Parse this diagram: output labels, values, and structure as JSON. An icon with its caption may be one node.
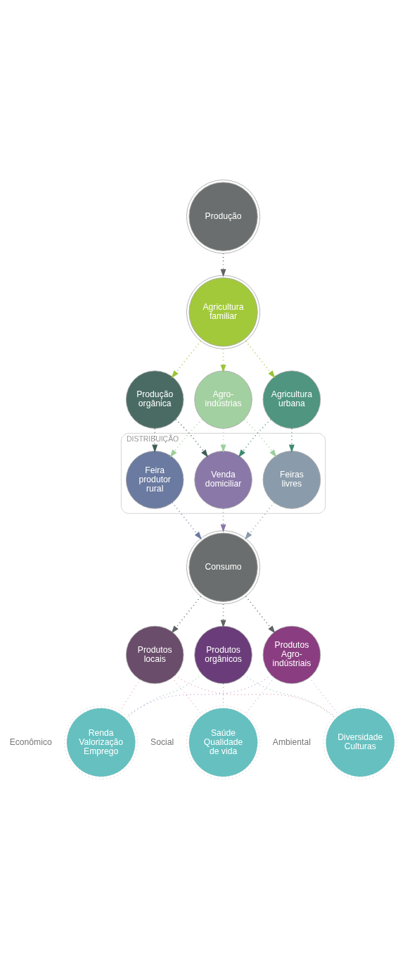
{
  "diagram": {
    "nodes": [
      {
        "text": [
          "Produção"
        ]
      },
      {
        "text": [
          "Agricultura familiar"
        ]
      },
      {
        "text": [
          "Produção orgânica"
        ]
      },
      {
        "text": [
          "Agro- indústrias"
        ]
      },
      {
        "text": [
          "Agricultura urbana"
        ]
      },
      {
        "text": [
          "DISTRIBUIÇÃO"
        ]
      },
      {
        "text": [
          "Feira produtor rural"
        ],
        "in": 5
      },
      {
        "text": [
          "Venda domiciliar"
        ],
        "in": 5
      },
      {
        "text": [
          "Feiras livres"
        ],
        "in": 5
      },
      {
        "text": [
          "Consumo"
        ]
      },
      {
        "text": [
          "Produtos locais"
        ]
      },
      {
        "text": [
          "Produtos orgânicos"
        ]
      },
      {
        "text": [
          "Produtos Agro- indústriais"
        ]
      },
      {
        "text": [
          "Renda Valorização Emprego"
        ],
        "beside": [
          "Econômico"
        ]
      },
      {
        "text": [
          "Saúde Qualidade de vida"
        ],
        "beside": [
          "Social"
        ]
      },
      {
        "text": [
          "Diversidade Culturas"
        ],
        "beside": [
          "Ambiental"
        ]
      }
    ],
    "edges": [
      {
        "from": 0,
        "to": 1,
        "arrow": "to",
        "style": "dashed",
        "color": "#5f6466"
      },
      {
        "from": 1,
        "to": 2,
        "arrow": "to",
        "style": "dashed",
        "color": "#9cc43a"
      },
      {
        "from": 1,
        "to": 3,
        "arrow": "to",
        "style": "dashed",
        "color": "#9cc43a"
      },
      {
        "from": 1,
        "to": 4,
        "arrow": "to",
        "style": "dashed",
        "color": "#9cc43a"
      },
      {
        "from": 2,
        "to": 6,
        "arrow": "to",
        "style": "dashed",
        "color": "#3f5f58"
      },
      {
        "from": 2,
        "to": 7,
        "arrow": "to",
        "style": "dashed",
        "color": "#3f5f58"
      },
      {
        "from": 3,
        "to": 6,
        "arrow": "to",
        "style": "dashed",
        "color": "#9dcf9d"
      },
      {
        "from": 3,
        "to": 7,
        "arrow": "to",
        "style": "dashed",
        "color": "#9dcf9d"
      },
      {
        "from": 3,
        "to": 8,
        "arrow": "to",
        "style": "dashed",
        "color": "#9dcf9d"
      },
      {
        "from": 4,
        "to": 7,
        "arrow": "to",
        "style": "dashed",
        "color": "#3d8a72"
      },
      {
        "from": 4,
        "to": 8,
        "arrow": "to",
        "style": "dashed",
        "color": "#3d8a72"
      },
      {
        "from": 6,
        "to": 9,
        "arrow": "to",
        "style": "dashed",
        "color": "#6a7aa0"
      },
      {
        "from": 7,
        "to": 9,
        "arrow": "to",
        "style": "dashed",
        "color": "#8a78a8"
      },
      {
        "from": 8,
        "to": 9,
        "arrow": "to",
        "style": "dashed",
        "color": "#8a9aaa"
      },
      {
        "from": 9,
        "to": 10,
        "arrow": "to",
        "style": "dashed",
        "color": "#5f6466"
      },
      {
        "from": 9,
        "to": 11,
        "arrow": "to",
        "style": "dashed",
        "color": "#5f6466"
      },
      {
        "from": 9,
        "to": 12,
        "arrow": "to",
        "style": "dashed",
        "color": "#5f6466"
      },
      {
        "from": 10,
        "to": 13,
        "arrow": "none",
        "style": "dashed",
        "color": "#d9506e"
      },
      {
        "from": 10,
        "to": 14,
        "arrow": "none",
        "style": "dashed",
        "color": "#d9506e"
      },
      {
        "from": 10,
        "to": 15,
        "arrow": "none",
        "style": "dashed",
        "color": "#d9506e"
      },
      {
        "from": 11,
        "to": 13,
        "arrow": "none",
        "style": "dashed",
        "color": "#3a9a6a"
      },
      {
        "from": 11,
        "to": 14,
        "arrow": "none",
        "style": "dashed",
        "color": "#3a9a6a"
      },
      {
        "from": 11,
        "to": 15,
        "arrow": "none",
        "style": "dashed",
        "color": "#3a9a6a"
      },
      {
        "from": 12,
        "to": 13,
        "arrow": "none",
        "style": "dashed",
        "color": "#9a5cc0"
      },
      {
        "from": 12,
        "to": 14,
        "arrow": "none",
        "style": "dashed",
        "color": "#9a5cc0"
      },
      {
        "from": 12,
        "to": 15,
        "arrow": "none",
        "style": "dashed",
        "color": "#9a5cc0"
      }
    ]
  }
}
